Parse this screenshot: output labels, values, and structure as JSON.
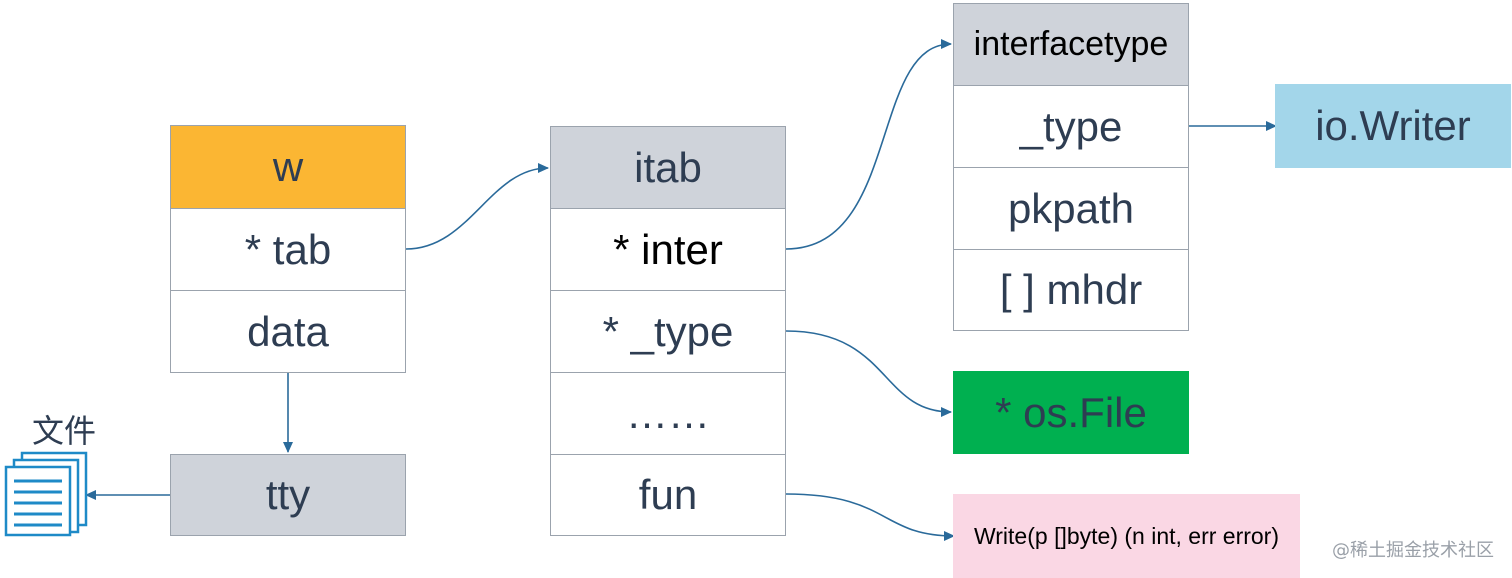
{
  "w_struct": {
    "header": "w",
    "rows": [
      "* tab",
      "data"
    ]
  },
  "tty_box": "tty",
  "file_label": "文件",
  "itab_struct": {
    "header": "itab",
    "rows": [
      "* inter",
      "* _type",
      "……",
      "fun"
    ]
  },
  "interfacetype_struct": {
    "header": "interfacetype",
    "rows": [
      "_type",
      "pkpath",
      "[ ] mhdr"
    ]
  },
  "targets": {
    "io_writer": "io.Writer",
    "os_file": "* os.File",
    "write_sig": "Write(p []byte) (n int, err error)"
  },
  "watermark": "@稀土掘金技术社区",
  "colors": {
    "w_header": "#fbb633",
    "struct_header": "#cfd3da",
    "io_writer": "#a3d6ea",
    "os_file": "#00b050",
    "write_sig": "#fad7e4",
    "arrow": "#2a6a9a",
    "file_icon": "#1e8ac7"
  }
}
